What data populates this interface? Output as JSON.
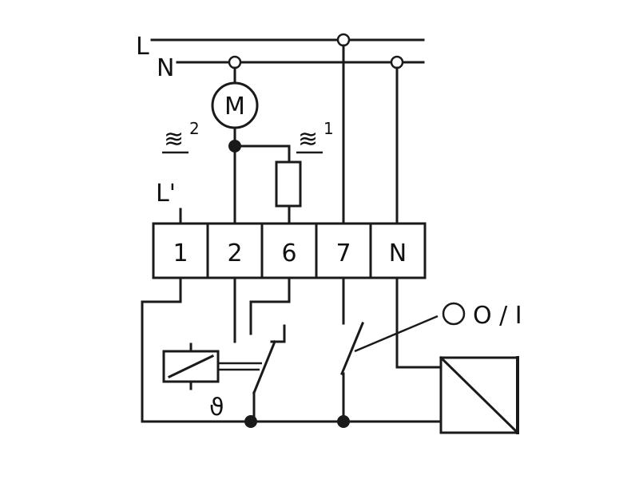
{
  "diagram": {
    "lines": {
      "live": "L",
      "neutral": "N"
    },
    "motor_label": "M",
    "heater_1": {
      "symbol": "≋",
      "number": "1"
    },
    "heater_2": {
      "symbol": "≋",
      "number": "2"
    },
    "switched_live_label": "L'",
    "terminals": [
      "1",
      "2",
      "6",
      "7",
      "N"
    ],
    "switch_label": "O / I",
    "temperature_symbol": "ϑ"
  }
}
